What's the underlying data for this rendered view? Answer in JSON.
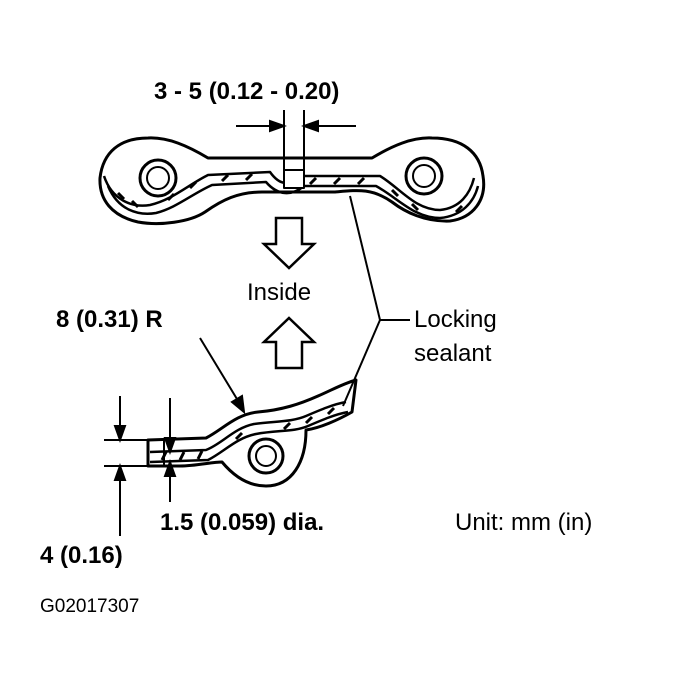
{
  "labels": {
    "gap_dimension": "3 - 5 (0.12 - 0.20)",
    "inside": "Inside",
    "radius": "8 (0.31) R",
    "locking_line1": "Locking",
    "locking_line2": "sealant",
    "bead_diameter": "1.5 (0.059) dia.",
    "unit": "Unit: mm (in)",
    "height_dimension": "4 (0.16)",
    "figure_code": "G02017307"
  },
  "colors": {
    "ink": "#000000",
    "paper": "#ffffff"
  }
}
